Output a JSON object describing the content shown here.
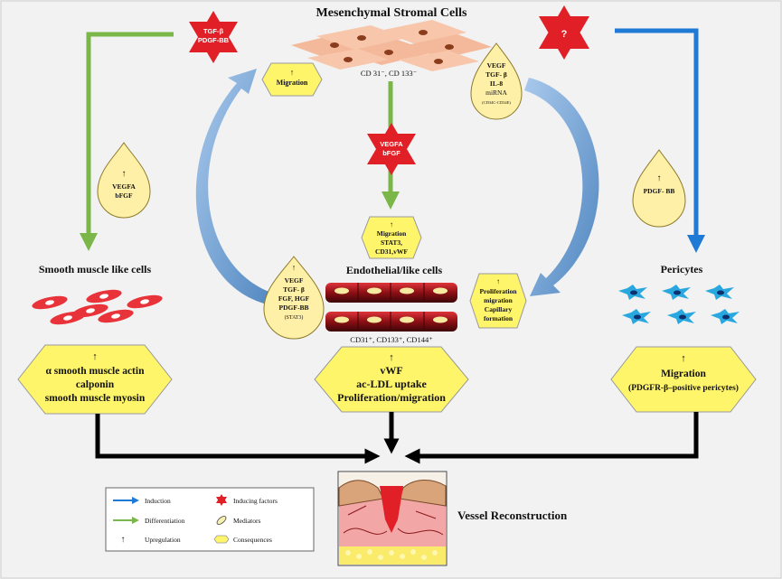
{
  "title": "Mesenchymal Stromal Cells",
  "msc_markers": "CD 31⁻, CD 133⁻",
  "stars": {
    "top_left": [
      "TGF-β",
      "PDGF-BB"
    ],
    "top_right": [
      "?"
    ],
    "center": [
      "VEGFA",
      "bFGF"
    ]
  },
  "drops": {
    "left": [
      "VEGFA",
      "bFGF"
    ],
    "top_right": [
      "VEGF",
      "TGF- β",
      "IL-8",
      "miRNA",
      "(CD34C-CD34E)"
    ],
    "right": [
      "PDGF- BB"
    ],
    "center": [
      "VEGF",
      "TGF- β",
      "FGF, HGF",
      "PDGF-BB",
      "(STAT3)"
    ]
  },
  "hexes": {
    "migration_top": [
      "Migration"
    ],
    "endothelial_small": [
      "Migration",
      "STAT3,",
      "CD31,vWF"
    ],
    "proliferation": [
      "Proliferation",
      "migration",
      "Capillary",
      "formation"
    ]
  },
  "columns": {
    "smooth_muscle": {
      "heading": "Smooth muscle like cells",
      "consequences": [
        "α smooth muscle actin",
        "calponin",
        "smooth muscle myosin"
      ]
    },
    "endothelial": {
      "heading": "Endothelial/like cells",
      "markers": "CD31⁺, CD133⁺, CD144⁺",
      "consequences": [
        "vWF",
        "ac-LDL uptake",
        "Proliferation/migration"
      ]
    },
    "pericytes": {
      "heading": "Pericytes",
      "consequences": [
        "Migration",
        "(PDGFR-β–positive pericytes)"
      ]
    }
  },
  "up_arrow": "↑",
  "outcome": "Vessel Reconstruction",
  "legend": {
    "induction": "Induction",
    "differentiation": "Differentiation",
    "upregulation": "Upregulation",
    "inducing_factors": "Inducing factors",
    "mediators": "Mediators",
    "consequences": "Consequences"
  },
  "colors": {
    "induction_blue": "#1f7ad6",
    "differentiation_green": "#7ab648",
    "star_red": "#e01f26",
    "drop_yellow": "#fff0a8",
    "hex_yellow": "#fff56a",
    "curve_blue": "#6aa0d6"
  }
}
